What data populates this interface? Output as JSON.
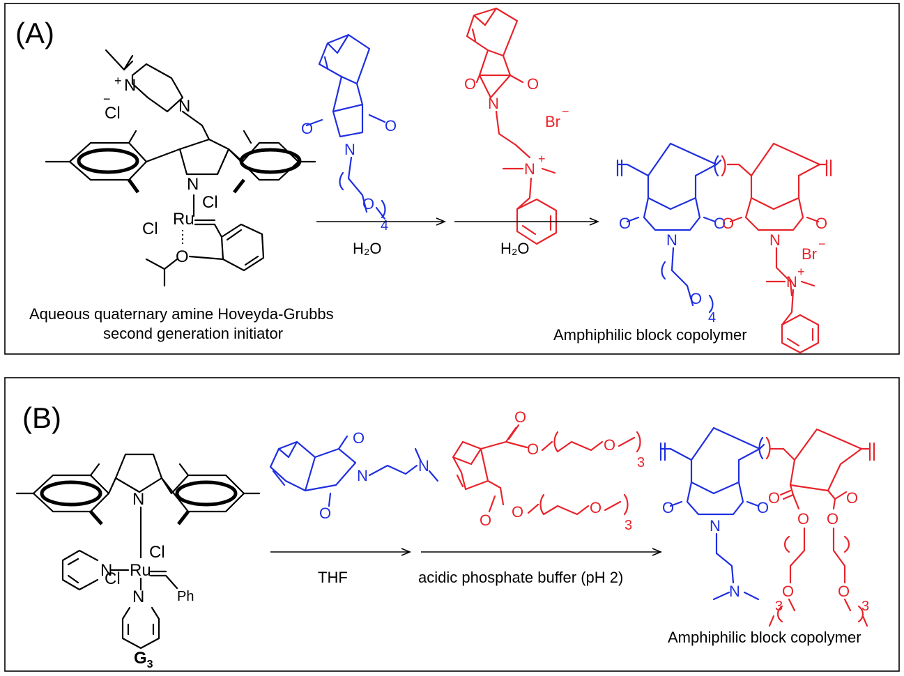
{
  "panelA": {
    "label": "(A)",
    "initiator_caption_line1": "Aqueous quaternary amine Hoveyda-Grubbs",
    "initiator_caption_line2": "second generation initiator",
    "step1_solvent": "H₂O",
    "step2_solvent": "H₂O",
    "product_caption": "Amphiphilic block copolymer",
    "atoms": {
      "N": "N",
      "Cl": "Cl",
      "Ru": "Ru",
      "O": "O",
      "Br": "Br",
      "plus": "+",
      "minus": "−",
      "four": "4"
    }
  },
  "panelB": {
    "label": "(B)",
    "catalyst_name": "G",
    "catalyst_subscript": "3",
    "step1_solvent": "THF",
    "step2_solvent": "acidic phosphate buffer (pH 2)",
    "product_caption": "Amphiphilic block copolymer",
    "atoms": {
      "N": "N",
      "Cl": "Cl",
      "Ru": "Ru",
      "O": "O",
      "Ph": "Ph",
      "three": "3"
    }
  },
  "colors": {
    "blue_block": "#1f2fe0",
    "red_block": "#e8232a",
    "frame": "#000000"
  }
}
